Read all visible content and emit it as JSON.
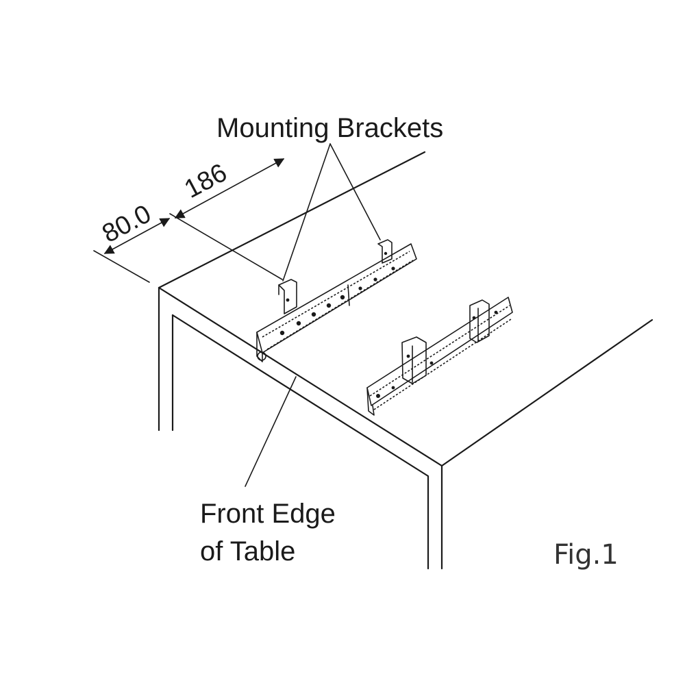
{
  "labels": {
    "mounting_brackets": "Mounting Brackets",
    "front_edge_line1": "Front Edge",
    "front_edge_line2": "of Table",
    "figure": "Fig.1"
  },
  "dimensions": {
    "edge_offset": "80.0",
    "bracket_offset": "186"
  },
  "colors": {
    "ink": "#1a1a1a",
    "background": "#ffffff"
  }
}
